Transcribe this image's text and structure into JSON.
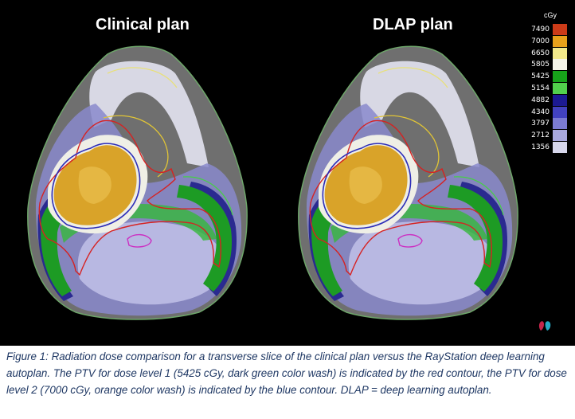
{
  "figure": {
    "panel_left_title": "Clinical plan",
    "panel_right_title": "DLAP plan",
    "dose_unit": "cGy",
    "dose_levels": [
      {
        "value": "7490",
        "color": "#cc3b18"
      },
      {
        "value": "7000",
        "color": "#e8a21b"
      },
      {
        "value": "6650",
        "color": "#f2e98a"
      },
      {
        "value": "5805",
        "color": "#f4f4e8"
      },
      {
        "value": "5425",
        "color": "#17a31a"
      },
      {
        "value": "5154",
        "color": "#52d04c"
      },
      {
        "value": "4882",
        "color": "#1c1a93"
      },
      {
        "value": "4340",
        "color": "#4242c0"
      },
      {
        "value": "3797",
        "color": "#7b7bd2"
      },
      {
        "value": "2712",
        "color": "#a9a9df"
      },
      {
        "value": "1356",
        "color": "#d7d7ec"
      }
    ]
  },
  "caption": "Figure 1: Radiation dose comparison for a transverse slice of the clinical plan versus the RayStation deep learning autoplan. The PTV for dose level 1 (5425 cGy, dark green color wash) is indicated by the red contour, the PTV for dose level 2 (7000 cGy, orange color wash) is indicated by the blue contour. DLAP = deep learning autoplan."
}
